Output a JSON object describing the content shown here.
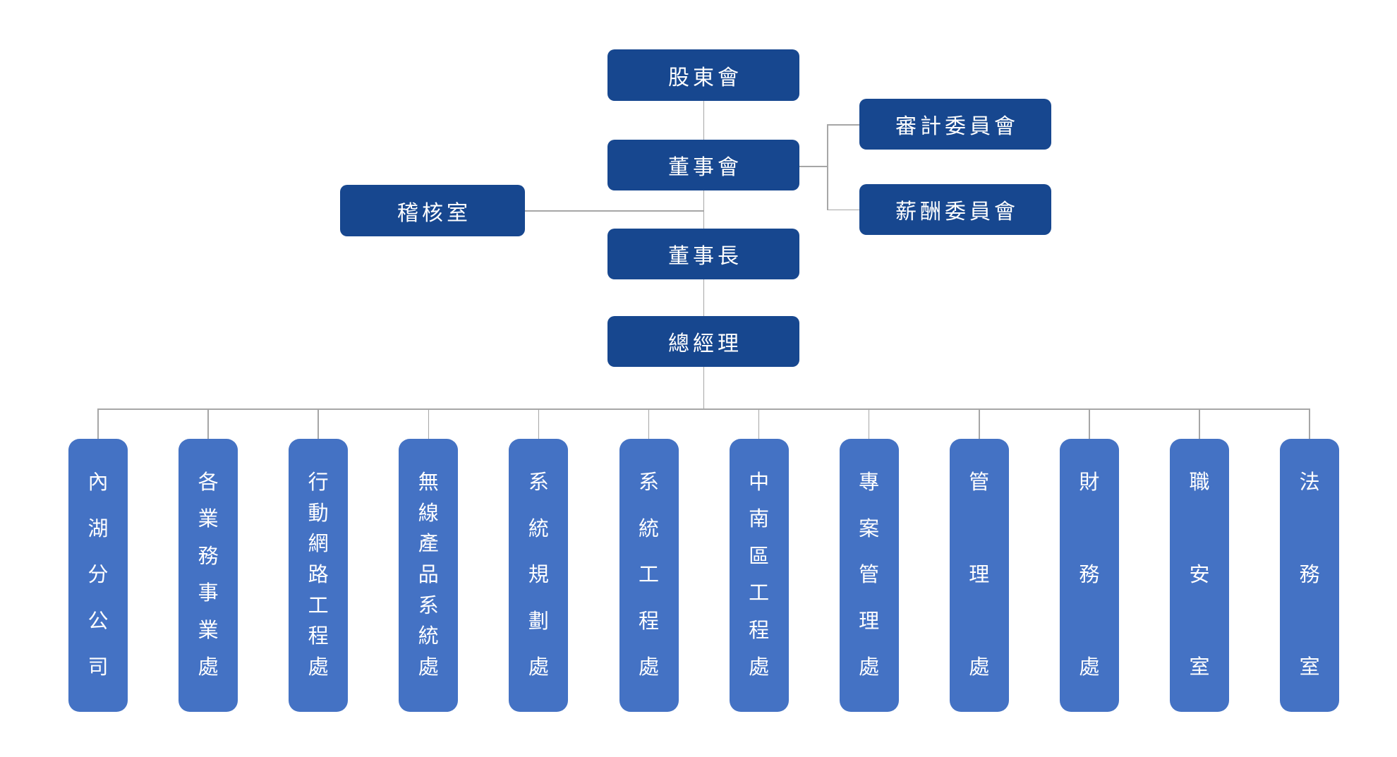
{
  "colors": {
    "node_dark_blue": "#17478F",
    "node_light_blue": "#4472C4",
    "connector_gray": "#A6A6A6",
    "node_text": "#FFFFFF",
    "background": "#FFFFFF"
  },
  "nodes": {
    "shareholders": {
      "label": "股東會"
    },
    "board": {
      "label": "董事會"
    },
    "audit_committee": {
      "label": "審計委員會"
    },
    "compensation_committee": {
      "label": "薪酬委員會"
    },
    "audit_office": {
      "label": "稽核室"
    },
    "chairman": {
      "label": "董事長"
    },
    "president": {
      "label": "總經理"
    },
    "departments": [
      {
        "label": "內湖分公司"
      },
      {
        "label": "各業務事業處"
      },
      {
        "label": "行動網路工程處"
      },
      {
        "label": "無線產品系統處"
      },
      {
        "label": "系統規劃處"
      },
      {
        "label": "系統工程處"
      },
      {
        "label": "中南區工程處"
      },
      {
        "label": "專案管理處"
      },
      {
        "label": "管理處"
      },
      {
        "label": "財務處"
      },
      {
        "label": "職安室"
      },
      {
        "label": "法務室"
      }
    ]
  }
}
